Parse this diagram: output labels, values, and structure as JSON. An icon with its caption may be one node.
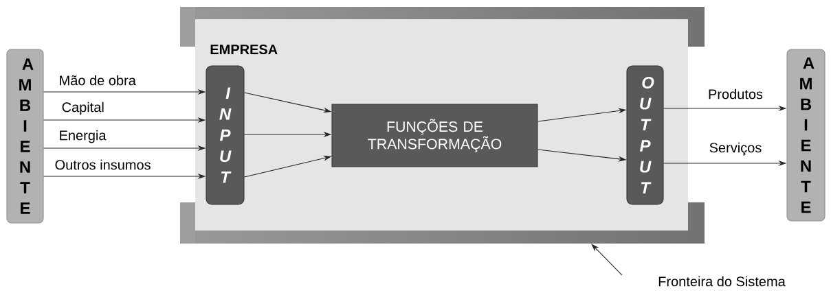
{
  "diagram": {
    "nodes": [
      {
        "text": [
          "AMBIENTE"
        ]
      },
      {
        "text": [
          "EMPRESA"
        ]
      },
      {
        "text": [
          "INPUT"
        ],
        "in": 1
      },
      {
        "text": [
          "FUNÇÕES DE TRANSFORMAÇÃO"
        ],
        "in": 1
      },
      {
        "text": [
          "OUTPUT"
        ],
        "in": 1
      },
      {
        "text": [
          "AMBIENTE"
        ]
      },
      {
        "text": [
          "Fronteira do Sistema"
        ]
      }
    ],
    "edges": [
      {
        "from": 0,
        "to": 2,
        "arrow": "to",
        "label": "Mão de obra"
      },
      {
        "from": 0,
        "to": 2,
        "arrow": "to",
        "label": "Capital"
      },
      {
        "from": 0,
        "to": 2,
        "arrow": "to",
        "label": "Energia"
      },
      {
        "from": 0,
        "to": 2,
        "arrow": "to",
        "label": "Outros insumos"
      },
      {
        "from": 2,
        "to": 3,
        "arrow": "to"
      },
      {
        "from": 2,
        "to": 3,
        "arrow": "to"
      },
      {
        "from": 2,
        "to": 3,
        "arrow": "to"
      },
      {
        "from": 3,
        "to": 4,
        "arrow": "to"
      },
      {
        "from": 3,
        "to": 4,
        "arrow": "to"
      },
      {
        "from": 4,
        "to": 5,
        "arrow": "to",
        "label": "Produtos"
      },
      {
        "from": 4,
        "to": 5,
        "arrow": "to",
        "label": "Serviços"
      },
      {
        "from": 6,
        "to": 1,
        "arrow": "to"
      }
    ]
  }
}
